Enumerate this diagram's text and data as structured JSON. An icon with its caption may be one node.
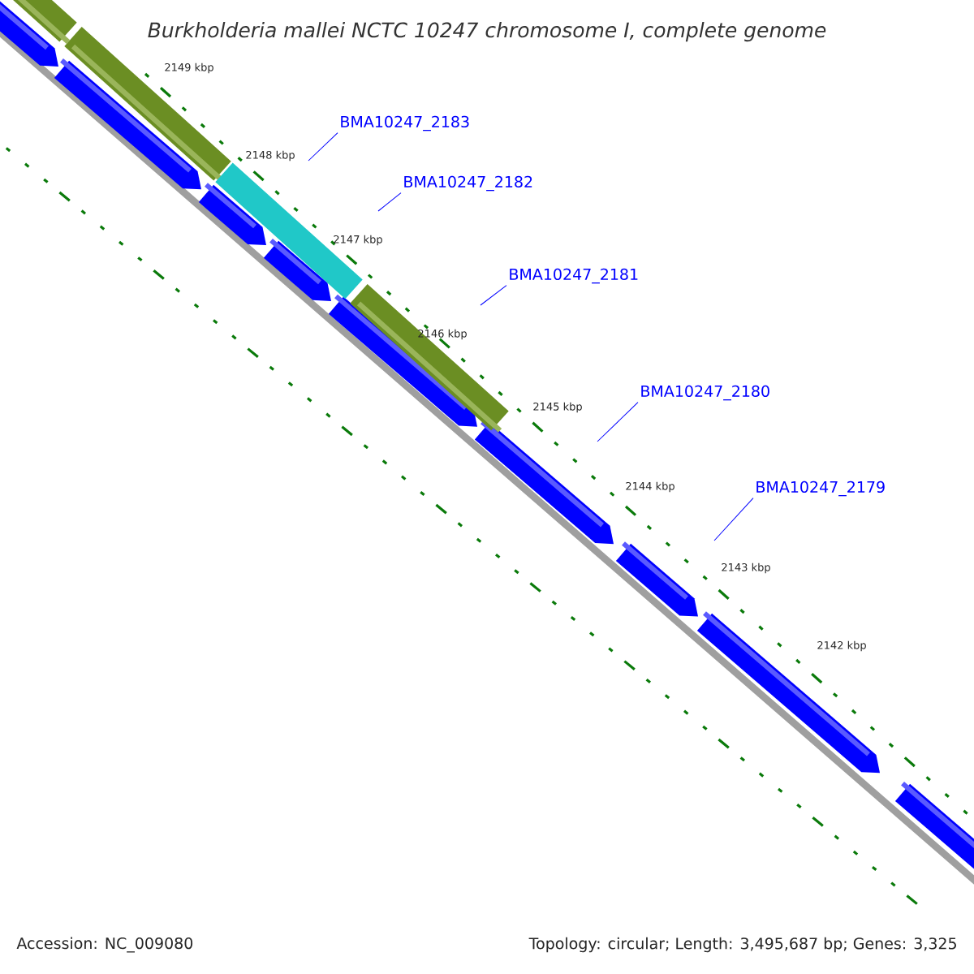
{
  "diagram": {
    "title": "Burkholderia mallei NCTC 10247 chromosome I, complete genome",
    "nodes": [
      {
        "text": [
          "BMA10247_2183"
        ]
      },
      {
        "text": [
          "BMA10247_2182"
        ]
      },
      {
        "text": [
          "BMA10247_2181"
        ]
      },
      {
        "text": [
          "BMA10247_2180"
        ]
      },
      {
        "text": [
          "BMA10247_2179"
        ]
      }
    ],
    "edges": [
      {
        "from": 0,
        "to": null,
        "arrow": "none"
      },
      {
        "from": 1,
        "to": null,
        "arrow": "none"
      },
      {
        "from": 2,
        "to": null,
        "arrow": "none"
      },
      {
        "from": 3,
        "to": null,
        "arrow": "none"
      },
      {
        "from": 4,
        "to": null,
        "arrow": "none"
      }
    ],
    "labels": [
      "2149 kbp",
      "2148 kbp",
      "2147 kbp",
      "2146 kbp",
      "2145 kbp",
      "2144 kbp",
      "2143 kbp",
      "2142 kbp",
      "Accession: NC_009080",
      "Topology: circular; Length: 3,495,687 bp; Genes: 3,325"
    ]
  }
}
